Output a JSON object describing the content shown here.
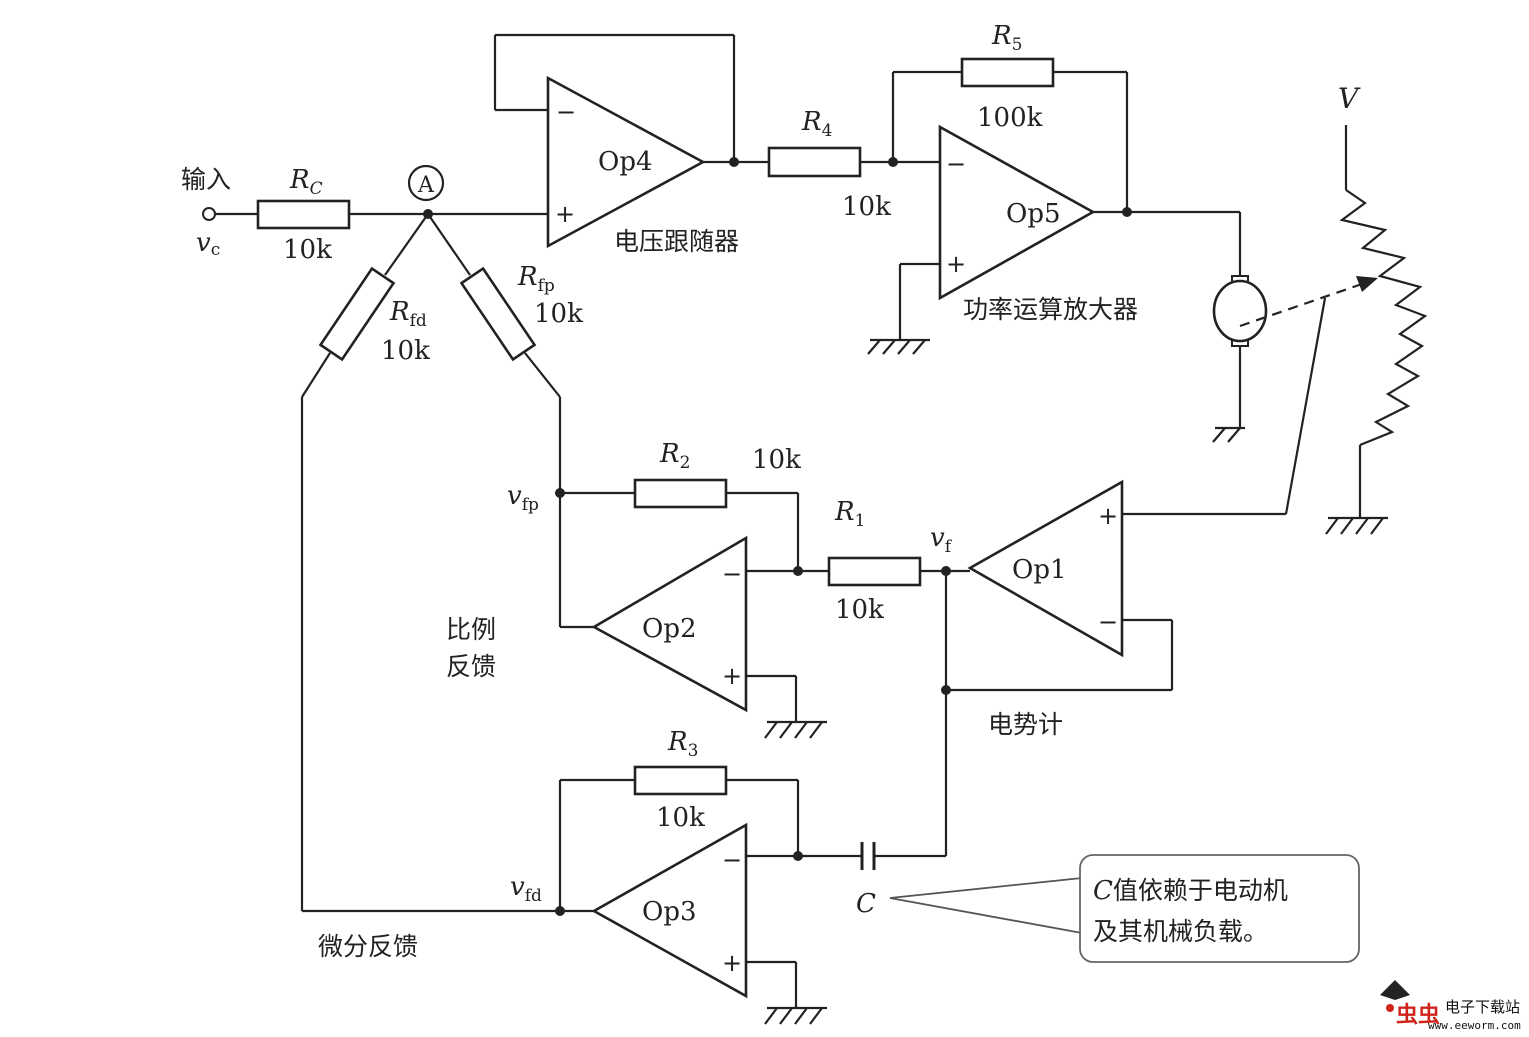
{
  "labels": {
    "input_cn": "输入",
    "vc": "v",
    "vc_sub": "c",
    "node_a": "A",
    "rc": "R",
    "rc_sub": "C",
    "rc_val": "10k",
    "rfd": "R",
    "rfd_sub": "fd",
    "rfd_val": "10k",
    "rfp": "R",
    "rfp_sub": "fp",
    "rfp_val": "10k",
    "op4": "Op4",
    "follower_cn": "电压跟随器",
    "r4": "R",
    "r4_sub": "4",
    "r4_val": "10k",
    "r5": "R",
    "r5_sub": "5",
    "r5_val": "100k",
    "op5": "Op5",
    "power_amp_cn": "功率运算放大器",
    "v_supply": "V",
    "vfp": "v",
    "vfp_sub": "fp",
    "r2": "R",
    "r2_sub": "2",
    "r2_val": "10k",
    "r1": "R",
    "r1_sub": "1",
    "r1_val": "10k",
    "vf": "v",
    "vf_sub": "f",
    "op1": "Op1",
    "op2": "Op2",
    "prop_fb_line1": "比例",
    "prop_fb_line2": "反馈",
    "pot_cn": "电势计",
    "r3": "R",
    "r3_sub": "3",
    "r3_val": "10k",
    "vfd": "v",
    "vfd_sub": "fd",
    "op3": "Op3",
    "diff_fb_cn": "微分反馈",
    "cap": "C",
    "note_c": "C",
    "note_line1": "值依赖于电动机",
    "note_line2": "及其机械负载。",
    "plus": "+",
    "minus": "−",
    "watermark_brand": "虫虫",
    "watermark_title": "电子下载站",
    "watermark_url": "www.eeworm.com"
  }
}
